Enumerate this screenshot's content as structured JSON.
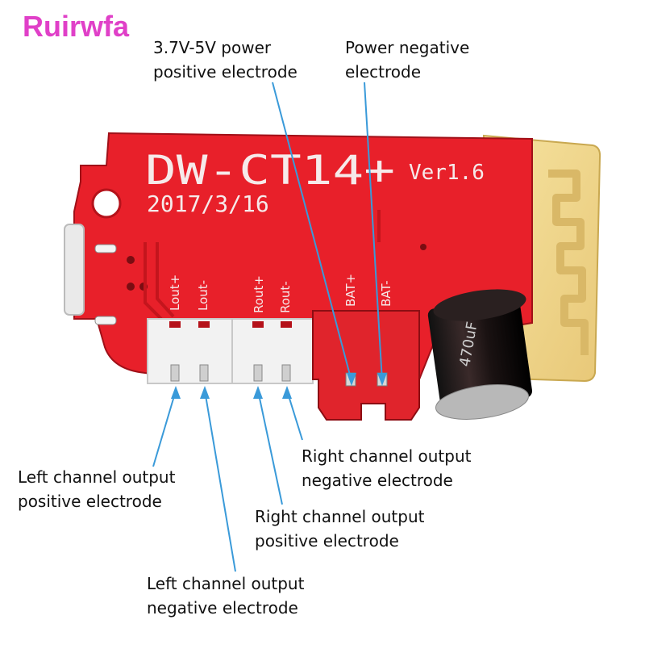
{
  "watermark": "Ruirwfa",
  "board": {
    "model": "DW-CT14+",
    "version": "Ver1.6",
    "date": "2017/3/16",
    "pins": [
      "Lout+",
      "Lout-",
      "Rout+",
      "Rout-",
      "BAT+",
      "BAT-"
    ],
    "capacitor_text": "470uF"
  },
  "labels": {
    "power_positive": {
      "line1": "3.7V-5V power",
      "line2": "positive electrode"
    },
    "power_negative": {
      "line1": "Power negative",
      "line2": "electrode"
    },
    "right_negative": {
      "line1": "Right channel output",
      "line2": "negative electrode"
    },
    "left_positive": {
      "line1": "Left channel output",
      "line2": "positive electrode"
    },
    "right_positive": {
      "line1": "Right channel output",
      "line2": "positive electrode"
    },
    "left_negative": {
      "line1": "Left channel output",
      "line2": "negative electrode"
    }
  },
  "colors": {
    "pcb": "#e8202a",
    "pcb_dark": "#b5121a",
    "connector_white": "#f2f2f2",
    "connector_red": "#e0242c",
    "antenna": "#f2d98a",
    "leader_line": "#3a9ad9",
    "watermark": "#e040c8"
  }
}
